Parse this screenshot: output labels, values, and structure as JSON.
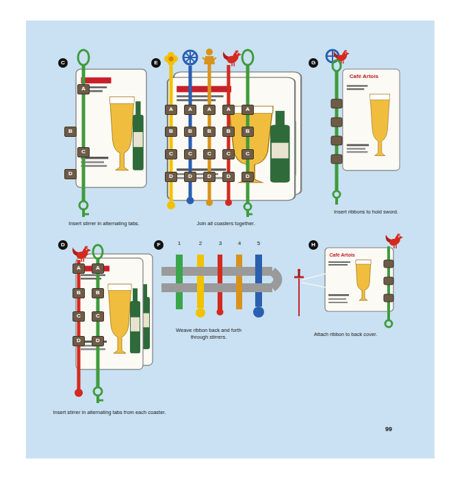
{
  "diagram": {
    "nodes": [
      {
        "text": [
          "C"
        ]
      },
      {
        "text": [
          "A"
        ]
      },
      {
        "text": [
          "B"
        ]
      },
      {
        "text": [
          "C"
        ]
      },
      {
        "text": [
          "D"
        ]
      },
      {
        "text": [
          "E"
        ]
      },
      {
        "text": [
          "A"
        ]
      },
      {
        "text": [
          "A"
        ]
      },
      {
        "text": [
          "A"
        ]
      },
      {
        "text": [
          "A"
        ]
      },
      {
        "text": [
          "A"
        ]
      },
      {
        "text": [
          "B"
        ]
      },
      {
        "text": [
          "B"
        ]
      },
      {
        "text": [
          "B"
        ]
      },
      {
        "text": [
          "B"
        ]
      },
      {
        "text": [
          "B"
        ]
      },
      {
        "text": [
          "C"
        ]
      },
      {
        "text": [
          "C"
        ]
      },
      {
        "text": [
          "C"
        ]
      },
      {
        "text": [
          "C"
        ]
      },
      {
        "text": [
          "C"
        ]
      },
      {
        "text": [
          "D"
        ]
      },
      {
        "text": [
          "D"
        ]
      },
      {
        "text": [
          "D"
        ]
      },
      {
        "text": [
          "D"
        ]
      },
      {
        "text": [
          "D"
        ]
      },
      {
        "text": [
          "G"
        ]
      },
      {
        "text": [
          "D"
        ]
      },
      {
        "text": [
          "A"
        ]
      },
      {
        "text": [
          "A"
        ]
      },
      {
        "text": [
          "B"
        ]
      },
      {
        "text": [
          "B"
        ]
      },
      {
        "text": [
          "C"
        ]
      },
      {
        "text": [
          "C"
        ]
      },
      {
        "text": [
          "D"
        ]
      },
      {
        "text": [
          "D"
        ]
      },
      {
        "text": [
          "F"
        ]
      },
      {
        "text": [
          "H"
        ]
      }
    ],
    "labels": [
      "Insert stirrer in alternating tabs.",
      "Join all coasters together.",
      "Café Artois",
      "Insert ribbons to hold sword.",
      "1",
      "2",
      "3",
      "4",
      "5",
      "Insert stirrer in alternating tabs from each coaster.",
      "Weave ribbon back and forth through stirrers.",
      "Café Artois",
      "Attach ribbon to back cover.",
      "99"
    ]
  }
}
